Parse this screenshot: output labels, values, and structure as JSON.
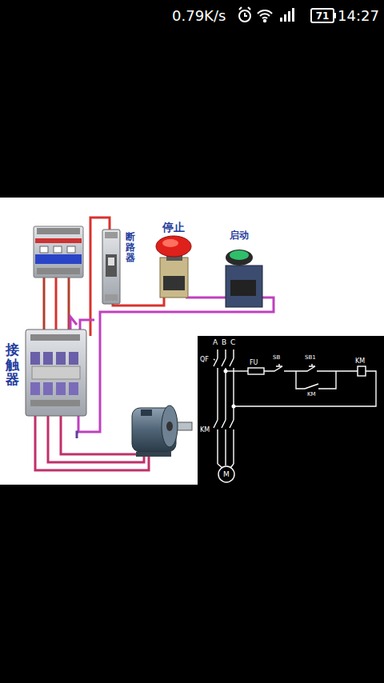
{
  "diagram": {
    "labels": [
      "0.79K/s",
      "71",
      "14:27",
      "断路器",
      "停止",
      "启动",
      "接触器",
      "A",
      "B",
      "C",
      "QF",
      "FU",
      "SB",
      "SB1",
      "KM",
      "KM",
      "KM",
      "M"
    ]
  }
}
